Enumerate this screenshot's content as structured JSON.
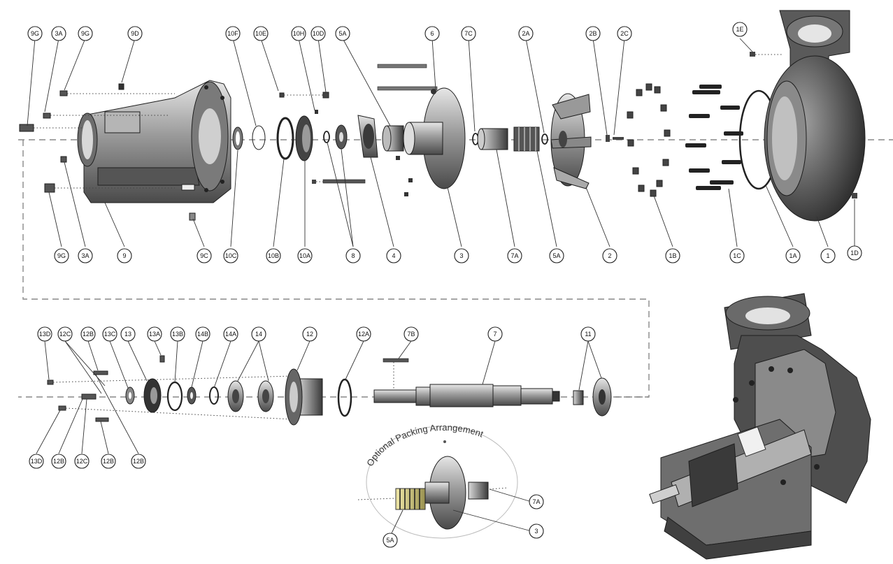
{
  "callouts_upper": [
    "9G",
    "3A",
    "9G",
    "9D",
    "10F",
    "10E",
    "10H",
    "10D",
    "5A",
    "6",
    "7C",
    "2A",
    "2B",
    "2C",
    "1E"
  ],
  "callouts_upper_bottom": [
    "9G",
    "3A",
    "9",
    "9C",
    "10C",
    "10B",
    "10A",
    "8",
    "4",
    "3",
    "7A",
    "5A",
    "2",
    "1B",
    "1C",
    "1A",
    "1",
    "1D"
  ],
  "callouts_lower_top": [
    "13D",
    "12C",
    "12B",
    "13C",
    "13",
    "13A",
    "13B",
    "14B",
    "14A",
    "14",
    "12",
    "12A",
    "7B",
    "7",
    "11"
  ],
  "callouts_lower_bottom": [
    "13D",
    "12B",
    "12C",
    "12B",
    "12B"
  ],
  "packing": {
    "title": "Optional Packing Arrangement",
    "callouts": [
      "7A",
      "3",
      "5A"
    ]
  },
  "colors": {
    "line": "#222222",
    "dash": "#888888",
    "metal_dark": "#3a3a3a",
    "metal_mid": "#8c8c8c",
    "metal_light": "#c8c8c8",
    "spring": "#d8cf8a"
  }
}
